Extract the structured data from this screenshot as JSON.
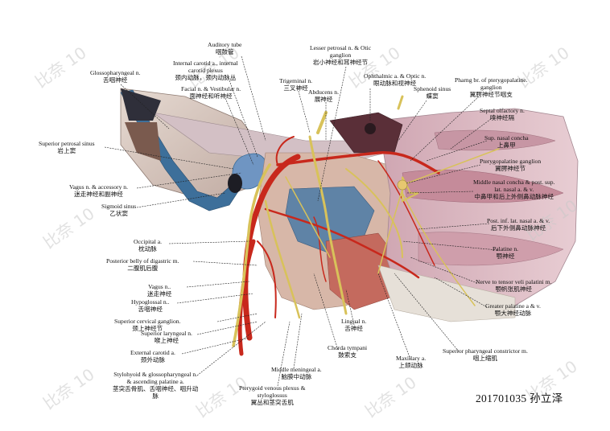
{
  "watermark": "比奈 10",
  "signature": "201701035 孙立泽",
  "labels": {
    "auditory_tube": {
      "en": "Auditory tube",
      "zh": "咽鼓管"
    },
    "internal_carotid": {
      "en1": "Internal carotid a., internal",
      "en2": "carotid plexus",
      "zh": "颈内动脉，颈内动脉丛"
    },
    "facial_vestibular": {
      "en": "Facial n. & Vestibular n.",
      "zh": "面神经和听神经"
    },
    "glossopharyngeal": {
      "en": "Glossopharyngeal n.",
      "zh": "舌咽神经"
    },
    "trigeminal": {
      "en": "Trigeminal n.",
      "zh": "三叉神经"
    },
    "lesser_petrosal": {
      "en1": "Lesser petrosal n. & Otic",
      "en2": "ganglion",
      "zh": "岩小神经和耳神经节"
    },
    "abducens": {
      "en": "Abducens n.",
      "zh": "展神经"
    },
    "ophthalmic_optic": {
      "en": "Ophthalmic a. & Optic n.",
      "zh": "眼动脉和视神经"
    },
    "sphenoid_sinus": {
      "en": "Sphenoid sinus",
      "zh": "蝶窦"
    },
    "pharng_br": {
      "en1": "Pharng br. of pterygopalatine.",
      "en2": "ganglion",
      "zh": "翼腭神经节咽支"
    },
    "septal_olfactory": {
      "en": "Septal olfactory n.",
      "zh": "嗅神经隔"
    },
    "sup_nasal_concha": {
      "en": "Sup. nasal concha",
      "zh": "上鼻甲"
    },
    "pterygopalatine_ganglion": {
      "en": "Pterygopalatine ganglion",
      "zh": "翼腭神经节"
    },
    "middle_nasal_concha": {
      "en1": "Middle nasal concha & post. sup.",
      "en2": "lat. nasal a. & v.",
      "zh": "中鼻甲和后上外侧鼻动脉神经"
    },
    "superior_petrosal_sinus": {
      "en": "Superior petrosal sinus",
      "zh": "岩上窦"
    },
    "vagus_accessory": {
      "en": "Vagus n. & accessory n.",
      "zh": "迷走神经和副神经"
    },
    "sigmoid_sinus": {
      "en": "Sigmoid sinus",
      "zh": "乙状窦"
    },
    "post_inf_lat_nasal": {
      "en": "Post. inf. lat. nasal  a. & v.",
      "zh": "后下外侧鼻动脉神经"
    },
    "occipital": {
      "en": "Occipital a.",
      "zh": "枕动脉"
    },
    "palatine": {
      "en": "Palatine n.",
      "zh": "颚神经"
    },
    "posterior_belly": {
      "en": "Posterior belly of digastric m.",
      "zh": "二腹肌后腹"
    },
    "nerve_tensor": {
      "en": "Nerve to tensor veli palatini m.",
      "zh": "颚帆张肌神经"
    },
    "vagus": {
      "en": "Vagus n..",
      "zh": "迷走神经"
    },
    "hypoglossal": {
      "en": "Hypoglossal n..",
      "zh": "舌咽神经"
    },
    "greater_palatine": {
      "en": "Greater palatine a & v.",
      "zh": "颚大神经动脉"
    },
    "superior_cervical": {
      "en": "Superior cervical ganglion.",
      "zh": "颈上神经节"
    },
    "superior_laryngeal": {
      "en": "Superior laryngeal n.",
      "zh": "喉上神经"
    },
    "lingual": {
      "en": "Lingual n.",
      "zh": "舌神经"
    },
    "external_carotid": {
      "en": "External carotid a.",
      "zh": "颈外动脉"
    },
    "chorda_tympani": {
      "en": "Chorda tympani",
      "zh": "鼓索支"
    },
    "maxillary": {
      "en": "Maxillary a.",
      "zh": "上颌动脉"
    },
    "sup_pharyngeal_constrictor": {
      "en": "Superior pharyngeal constrictor m.",
      "zh": "咽上缩肌"
    },
    "stylohyoid": {
      "en1": "Stylohyoid & glossopharyngeal n.",
      "en2": "& ascending palatine a.",
      "zh1": "茎突舌骨肌、舌咽神经、咽升动",
      "zh2": "脉"
    },
    "middle_meningeal": {
      "en": "Middle meningeal a.",
      "zh": "脑膜中动脉"
    },
    "pterygoid_venous": {
      "en1": "Pterygoid venous plexus &",
      "en2": "styloglossus",
      "zh": "翼丛和茎突舌肌"
    }
  },
  "colors": {
    "artery": "#c8281c",
    "nerve": "#d8c25a",
    "vein": "#3d6f9a",
    "bone": "#d8c9be",
    "muscle": "#c46a5e",
    "mucosa": "#d9b7c0"
  }
}
